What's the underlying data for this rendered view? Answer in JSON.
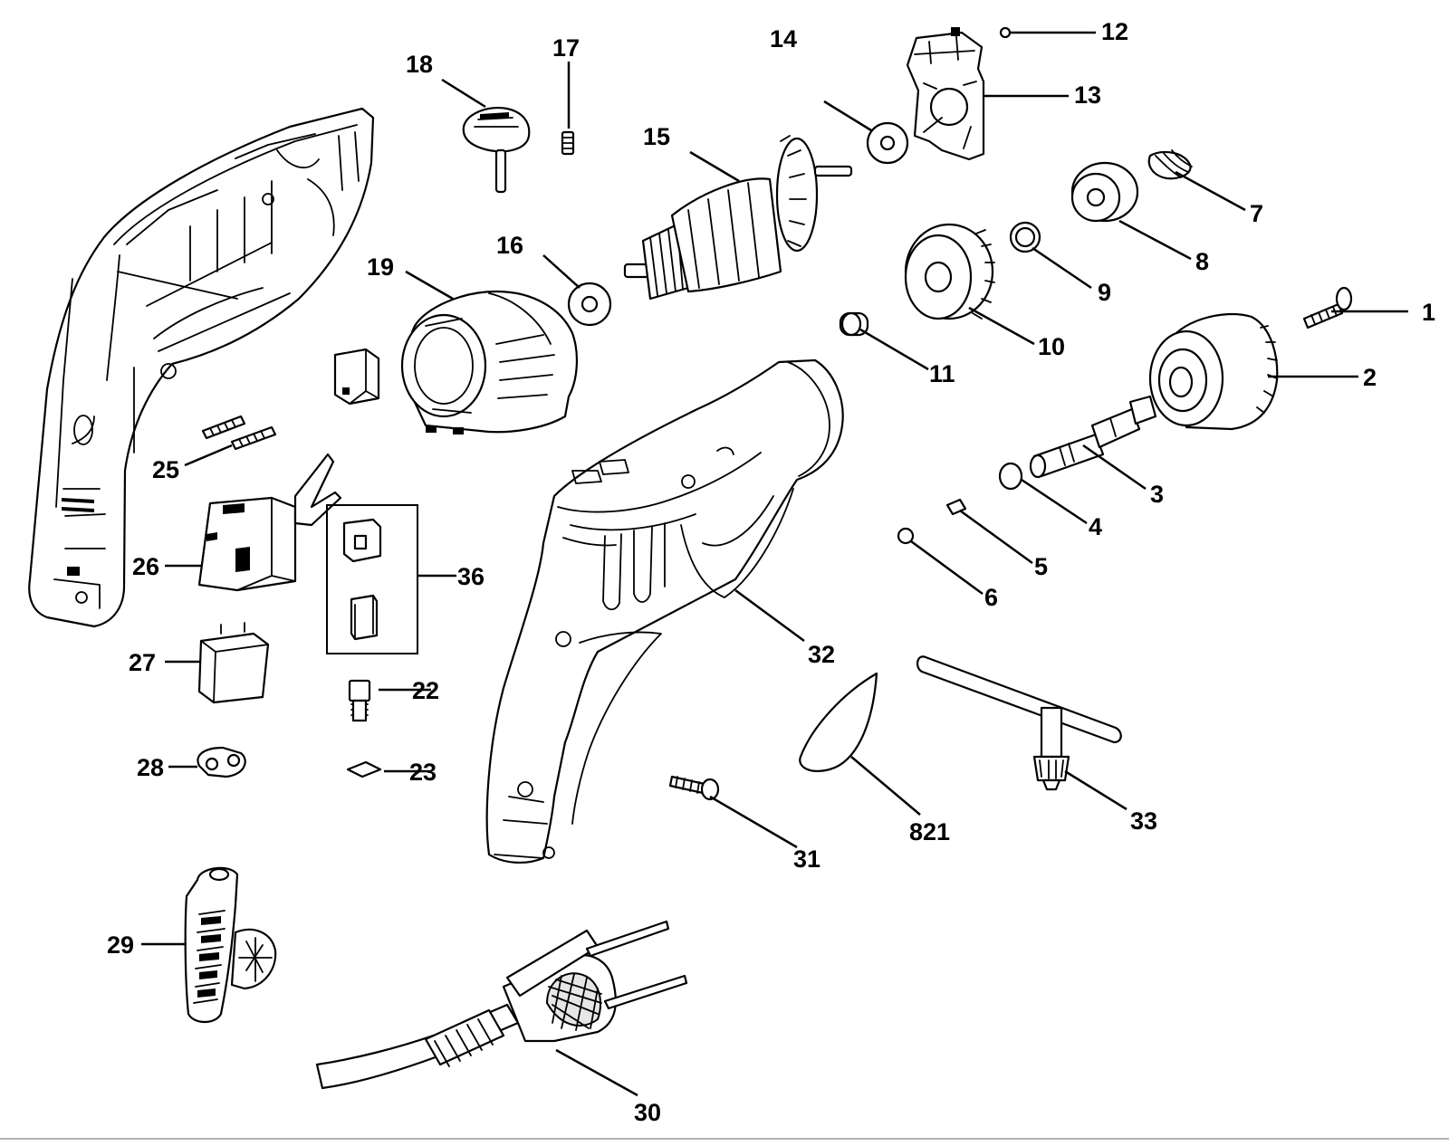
{
  "diagram": {
    "callouts": [
      {
        "id": "1",
        "text": "1"
      },
      {
        "id": "2",
        "text": "2"
      },
      {
        "id": "3",
        "text": "3"
      },
      {
        "id": "4",
        "text": "4"
      },
      {
        "id": "5",
        "text": "5"
      },
      {
        "id": "6",
        "text": "6"
      },
      {
        "id": "7",
        "text": "7"
      },
      {
        "id": "8",
        "text": "8"
      },
      {
        "id": "9",
        "text": "9"
      },
      {
        "id": "10",
        "text": "10"
      },
      {
        "id": "11",
        "text": "11"
      },
      {
        "id": "12",
        "text": "12"
      },
      {
        "id": "13",
        "text": "13"
      },
      {
        "id": "14",
        "text": "14"
      },
      {
        "id": "15",
        "text": "15"
      },
      {
        "id": "16",
        "text": "16"
      },
      {
        "id": "17",
        "text": "17"
      },
      {
        "id": "18",
        "text": "18"
      },
      {
        "id": "19",
        "text": "19"
      },
      {
        "id": "22",
        "text": "22"
      },
      {
        "id": "23",
        "text": "23"
      },
      {
        "id": "25",
        "text": "25"
      },
      {
        "id": "26",
        "text": "26"
      },
      {
        "id": "27",
        "text": "27"
      },
      {
        "id": "28",
        "text": "28"
      },
      {
        "id": "29",
        "text": "29"
      },
      {
        "id": "30",
        "text": "30"
      },
      {
        "id": "31",
        "text": "31"
      },
      {
        "id": "32",
        "text": "32"
      },
      {
        "id": "33",
        "text": "33"
      },
      {
        "id": "36",
        "text": "36"
      },
      {
        "id": "821",
        "text": "821"
      }
    ]
  }
}
